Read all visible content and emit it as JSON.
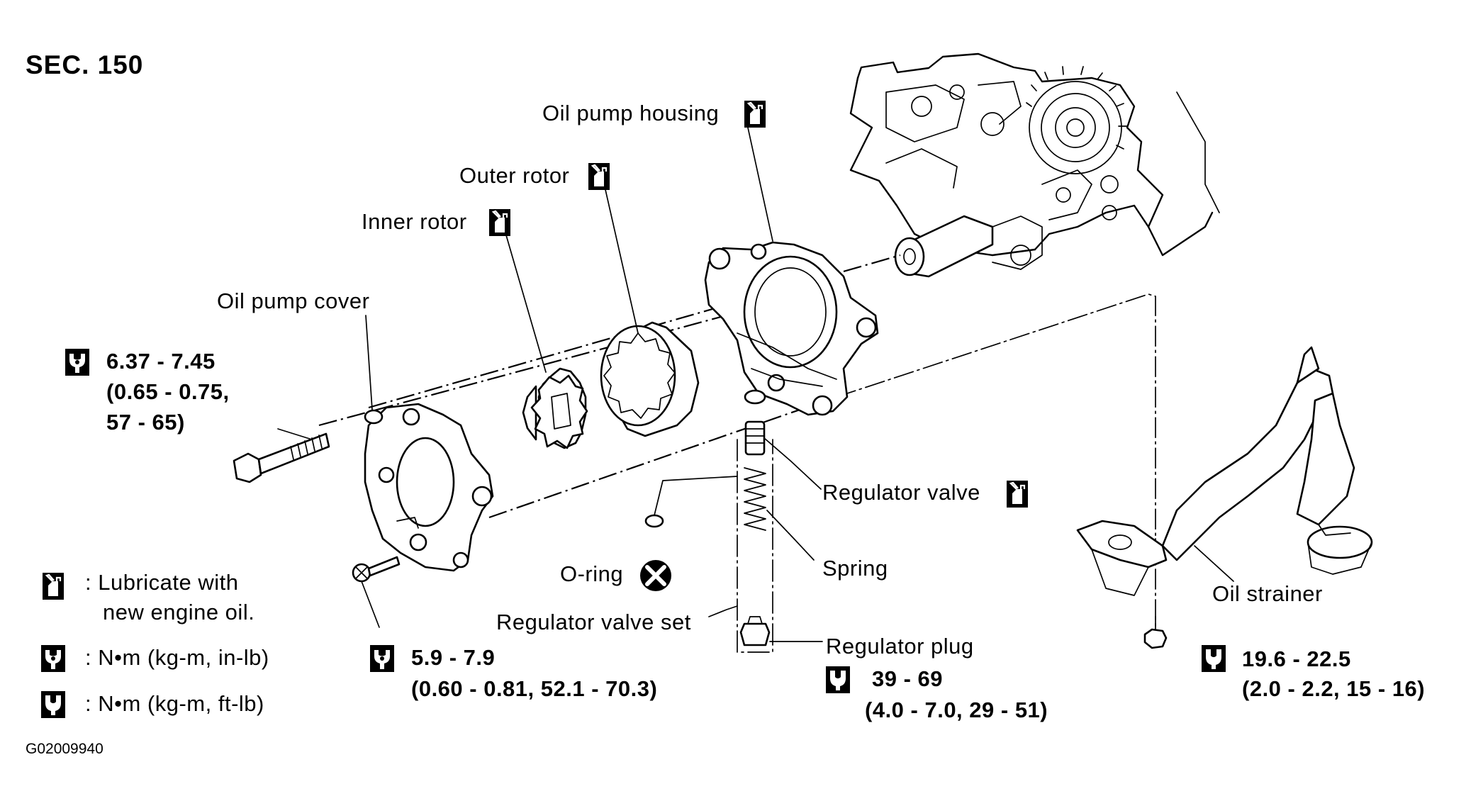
{
  "section": "SEC. 150",
  "figure_code": "G02009940",
  "labels": {
    "oil_pump_housing": "Oil pump housing",
    "outer_rotor": "Outer rotor",
    "inner_rotor": "Inner rotor",
    "oil_pump_cover": "Oil pump cover",
    "regulator_valve": "Regulator valve",
    "spring": "Spring",
    "o_ring": "O-ring",
    "regulator_valve_set": "Regulator valve set",
    "regulator_plug": "Regulator plug",
    "oil_strainer": "Oil strainer"
  },
  "torques": {
    "cover_bolt": {
      "line1": "6.37 - 7.45",
      "line2": "(0.65 - 0.75,",
      "line3": "57 - 65)"
    },
    "cover_screw": {
      "line1": "5.9 - 7.9",
      "line2": "(0.60 - 0.81, 52.1 - 70.3)"
    },
    "regulator_plug": {
      "line1": "39 - 69",
      "line2": "(4.0 - 7.0, 29 - 51)"
    },
    "strainer_bolt": {
      "line1": "19.6 - 22.5",
      "line2": "(2.0 - 2.2, 15 - 16)"
    }
  },
  "legend": {
    "lubricate_line1": ": Lubricate with",
    "lubricate_line2": "new engine oil.",
    "nm_inlb": ": N•m (kg-m, in-lb)",
    "nm_ftlb": ": N•m (kg-m, ft-lb)"
  },
  "icons": {
    "oil_can": "oil-can-icon",
    "torque_in_lb": "torque-wrench-icon",
    "torque_ft_lb": "torque-wrench-open-icon",
    "do_not_reuse": "x-circle-icon"
  }
}
